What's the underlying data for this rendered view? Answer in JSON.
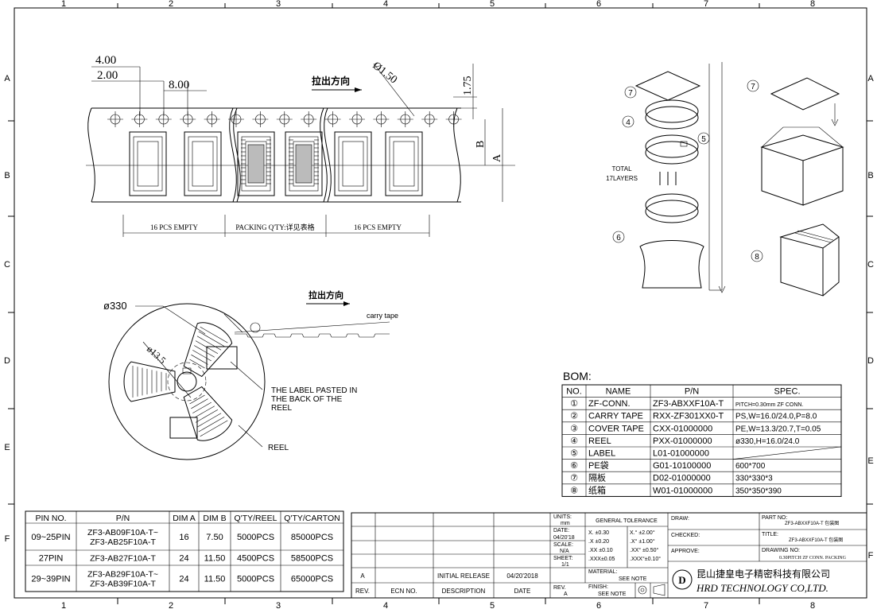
{
  "zones": {
    "columns": [
      "1",
      "2",
      "3",
      "4",
      "5",
      "6",
      "7",
      "8"
    ],
    "rows": [
      "A",
      "B",
      "C",
      "D",
      "E",
      "F"
    ]
  },
  "tape": {
    "dim_4": "4.00",
    "dim_2": "2.00",
    "dim_8": "8.00",
    "dim_hole": "Ø1.50",
    "dim_175": "1.75",
    "dim_b": "B",
    "dim_a": "A",
    "pull_dir": "拉出方向",
    "empty_left": "16 PCS EMPTY",
    "packing_qty": "PACKING Q'TY:详见表格",
    "empty_right": "16 PCS EMPTY"
  },
  "reel": {
    "dia": "ø330",
    "hub": "ø13.5",
    "pull_dir": "拉出方向",
    "carry_tape": "carry tape",
    "label_note": [
      "THE LABEL PASTED IN",
      "THE BACK OF THE",
      "REEL"
    ],
    "reel_label": "REEL"
  },
  "stack": {
    "total": [
      "TOTAL",
      "17LAYERS"
    ]
  },
  "bom": {
    "title": "BOM:",
    "headers": [
      "NO.",
      "NAME",
      "P/N",
      "SPEC."
    ],
    "rows": [
      {
        "no": "①",
        "name": "ZF-CONN.",
        "pn": "ZF3-ABXXF10A-T",
        "spec": "PITCH=0.30mm  ZF CONN."
      },
      {
        "no": "②",
        "name": "CARRY TAPE",
        "pn": "RXX-ZF301XX0-T",
        "spec": "PS,W=16.0/24.0,P=8.0"
      },
      {
        "no": "③",
        "name": "COVER TAPE",
        "pn": "CXX-01000000",
        "spec": "PE,W=13.3/20.7,T=0.05"
      },
      {
        "no": "④",
        "name": "REEL",
        "pn": "PXX-01000000",
        "spec": "ø330,H=16.0/24.0"
      },
      {
        "no": "⑤",
        "name": "LABEL",
        "pn": "L01-01000000",
        "spec": ""
      },
      {
        "no": "⑥",
        "name": "PE袋",
        "pn": "G01-10100000",
        "spec": "600*700"
      },
      {
        "no": "⑦",
        "name": "隔板",
        "pn": "D02-01000000",
        "spec": "330*330*3"
      },
      {
        "no": "⑧",
        "name": "纸箱",
        "pn": "W01-01000000",
        "spec": "350*350*390"
      }
    ]
  },
  "pin_table": {
    "headers": [
      "PIN NO.",
      "P/N",
      "DIM A",
      "DIM B",
      "Q'TY/REEL",
      "Q'TY/CARTON"
    ],
    "rows": [
      {
        "pin": "09~25PIN",
        "pn": [
          "ZF3-AB09F10A-T~",
          "ZF3-AB25F10A-T"
        ],
        "a": "16",
        "b": "7.50",
        "reel": "5000PCS",
        "carton": "85000PCS"
      },
      {
        "pin": "27PIN",
        "pn": [
          "ZF3-AB27F10A-T"
        ],
        "a": "24",
        "b": "11.50",
        "reel": "4500PCS",
        "carton": "58500PCS"
      },
      {
        "pin": "29~39PIN",
        "pn": [
          "ZF3-AB29F10A-T~",
          "ZF3-AB39F10A-T"
        ],
        "a": "24",
        "b": "11.50",
        "reel": "5000PCS",
        "carton": "65000PCS"
      }
    ]
  },
  "rev_table": {
    "rev": "A",
    "desc": "INITIAL RELEASE",
    "date": "04/20'2018",
    "headers": [
      "REV.",
      "ECN NO.",
      "DESCRIPTION",
      "DATE"
    ]
  },
  "title_block": {
    "units_label": "UNITS:",
    "units": "mm",
    "date_label": "DATE:",
    "date": "04/20'18",
    "scale_label": "SCALE:",
    "scale": "N/A",
    "sheet_label": "SHEET:",
    "sheet": "1/1",
    "rev_label": "REV.",
    "rev": "A",
    "tol_title": "GENERAL  TOLERANCE",
    "tol_left": [
      "X.  ±0.30",
      ".X  ±0.20",
      ".XX  ±0.10",
      ".XXX±0.05"
    ],
    "tol_right": [
      "X.°  ±2.00°",
      ".X°  ±1.00°",
      ".XX° ±0.50°",
      ".XXX°±0.10°"
    ],
    "material_label": "MATERIAL:",
    "material": "SEE NOTE",
    "finish_label": "FINISH:",
    "finish": "SEE NOTE",
    "draw_label": "DRAW:",
    "checked_label": "CHECKED:",
    "approve_label": "APPROVE:",
    "part_no_label": "PART NO:",
    "part_no": "ZF3-ABXXF10A-T 包装图",
    "title_label": "TITLE:",
    "title": "ZF3-ABXXF10A-T 包装图",
    "drawing_no_label": "DRAWING NO:",
    "drawing_no": "0.30PITCH ZF CONN. PACKING",
    "company_cn": "昆山捷皇电子精密科技有限公司",
    "company_en": "HRD TECHNOLOGY CO,LTD."
  }
}
